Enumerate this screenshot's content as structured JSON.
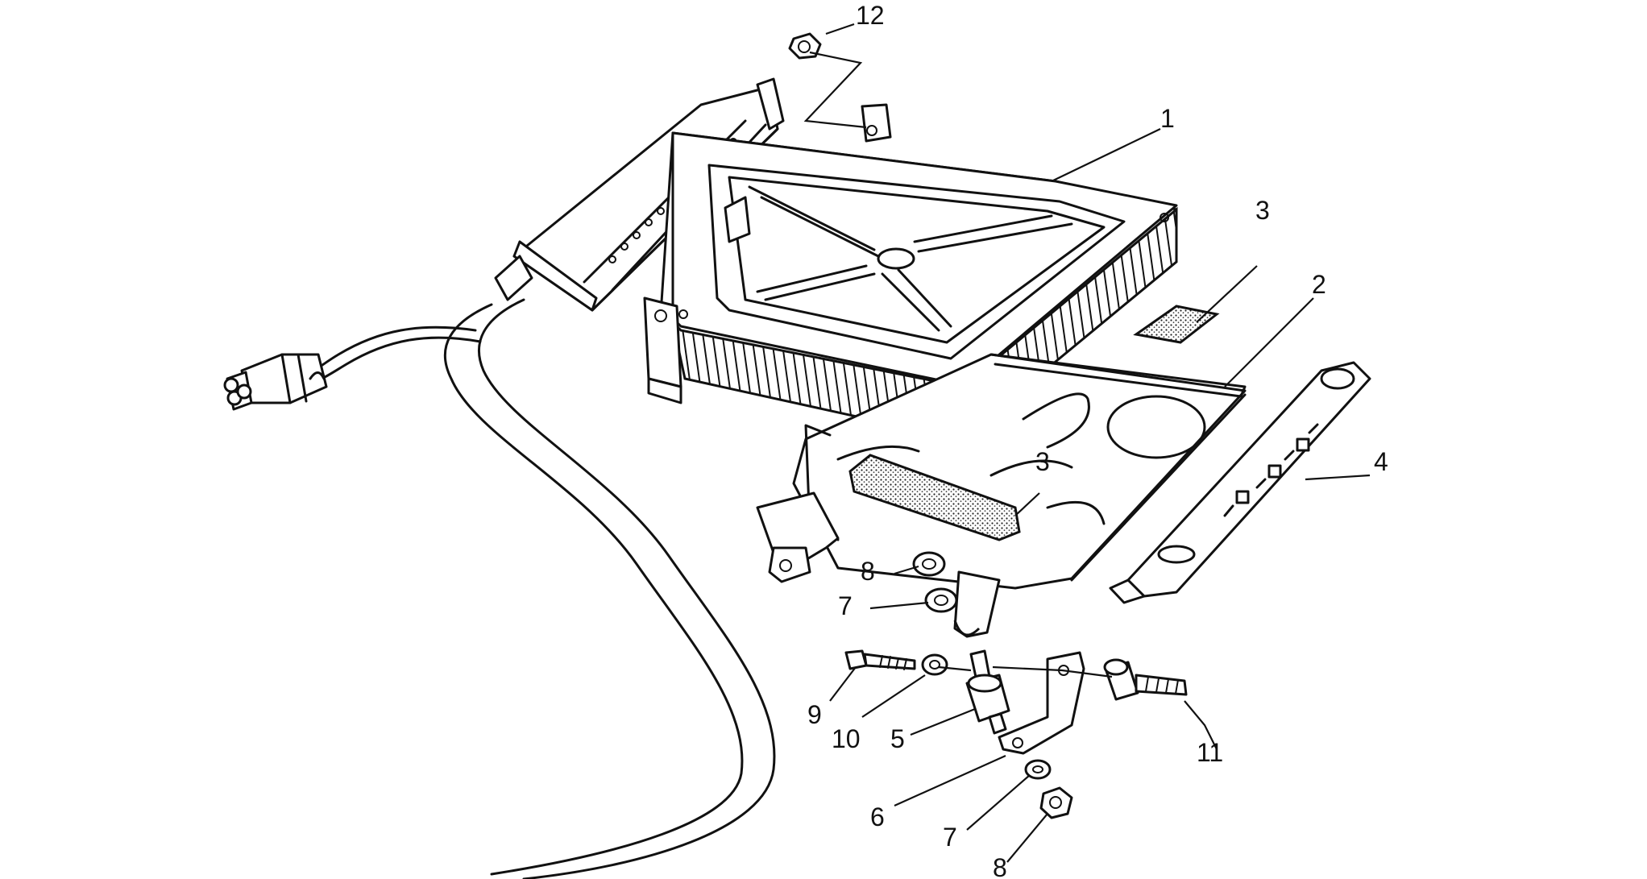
{
  "callouts": [
    {
      "id": "c12a",
      "text": "12"
    },
    {
      "id": "c1",
      "text": "1"
    },
    {
      "id": "c3a",
      "text": "3"
    },
    {
      "id": "c2",
      "text": "2"
    },
    {
      "id": "c4",
      "text": "4"
    },
    {
      "id": "c3b",
      "text": "3"
    },
    {
      "id": "c8a",
      "text": "8"
    },
    {
      "id": "c7a",
      "text": "7"
    },
    {
      "id": "c9",
      "text": "9"
    },
    {
      "id": "c10",
      "text": "10"
    },
    {
      "id": "c5",
      "text": "5"
    },
    {
      "id": "c11",
      "text": "11"
    },
    {
      "id": "c6",
      "text": "6"
    },
    {
      "id": "c7b",
      "text": "7"
    },
    {
      "id": "c8b",
      "text": "8"
    }
  ]
}
